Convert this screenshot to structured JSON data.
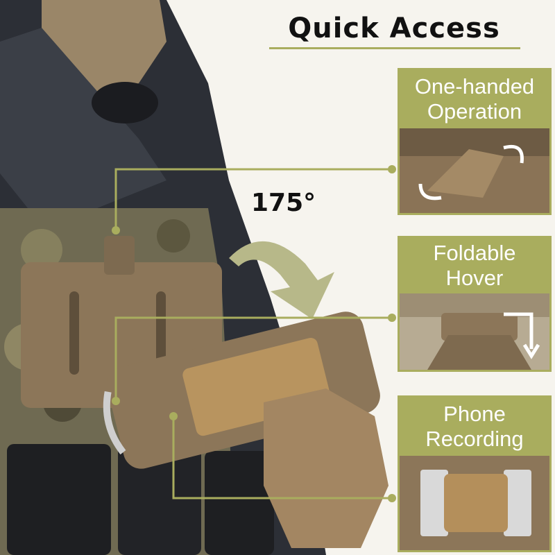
{
  "heading": {
    "title": "Quick Access"
  },
  "rotation": {
    "angle_label": "175°"
  },
  "features": [
    {
      "line1": "One-handed",
      "line2": "Operation"
    },
    {
      "line1": "Foldable",
      "line2": "Hover"
    },
    {
      "line1": "Phone",
      "line2": "Recording"
    }
  ],
  "colors": {
    "accent": "#a9ad5e",
    "background": "#f6f4ee",
    "product_tan": "#8c7659",
    "title_text": "#111111",
    "label_text": "#ffffff"
  }
}
